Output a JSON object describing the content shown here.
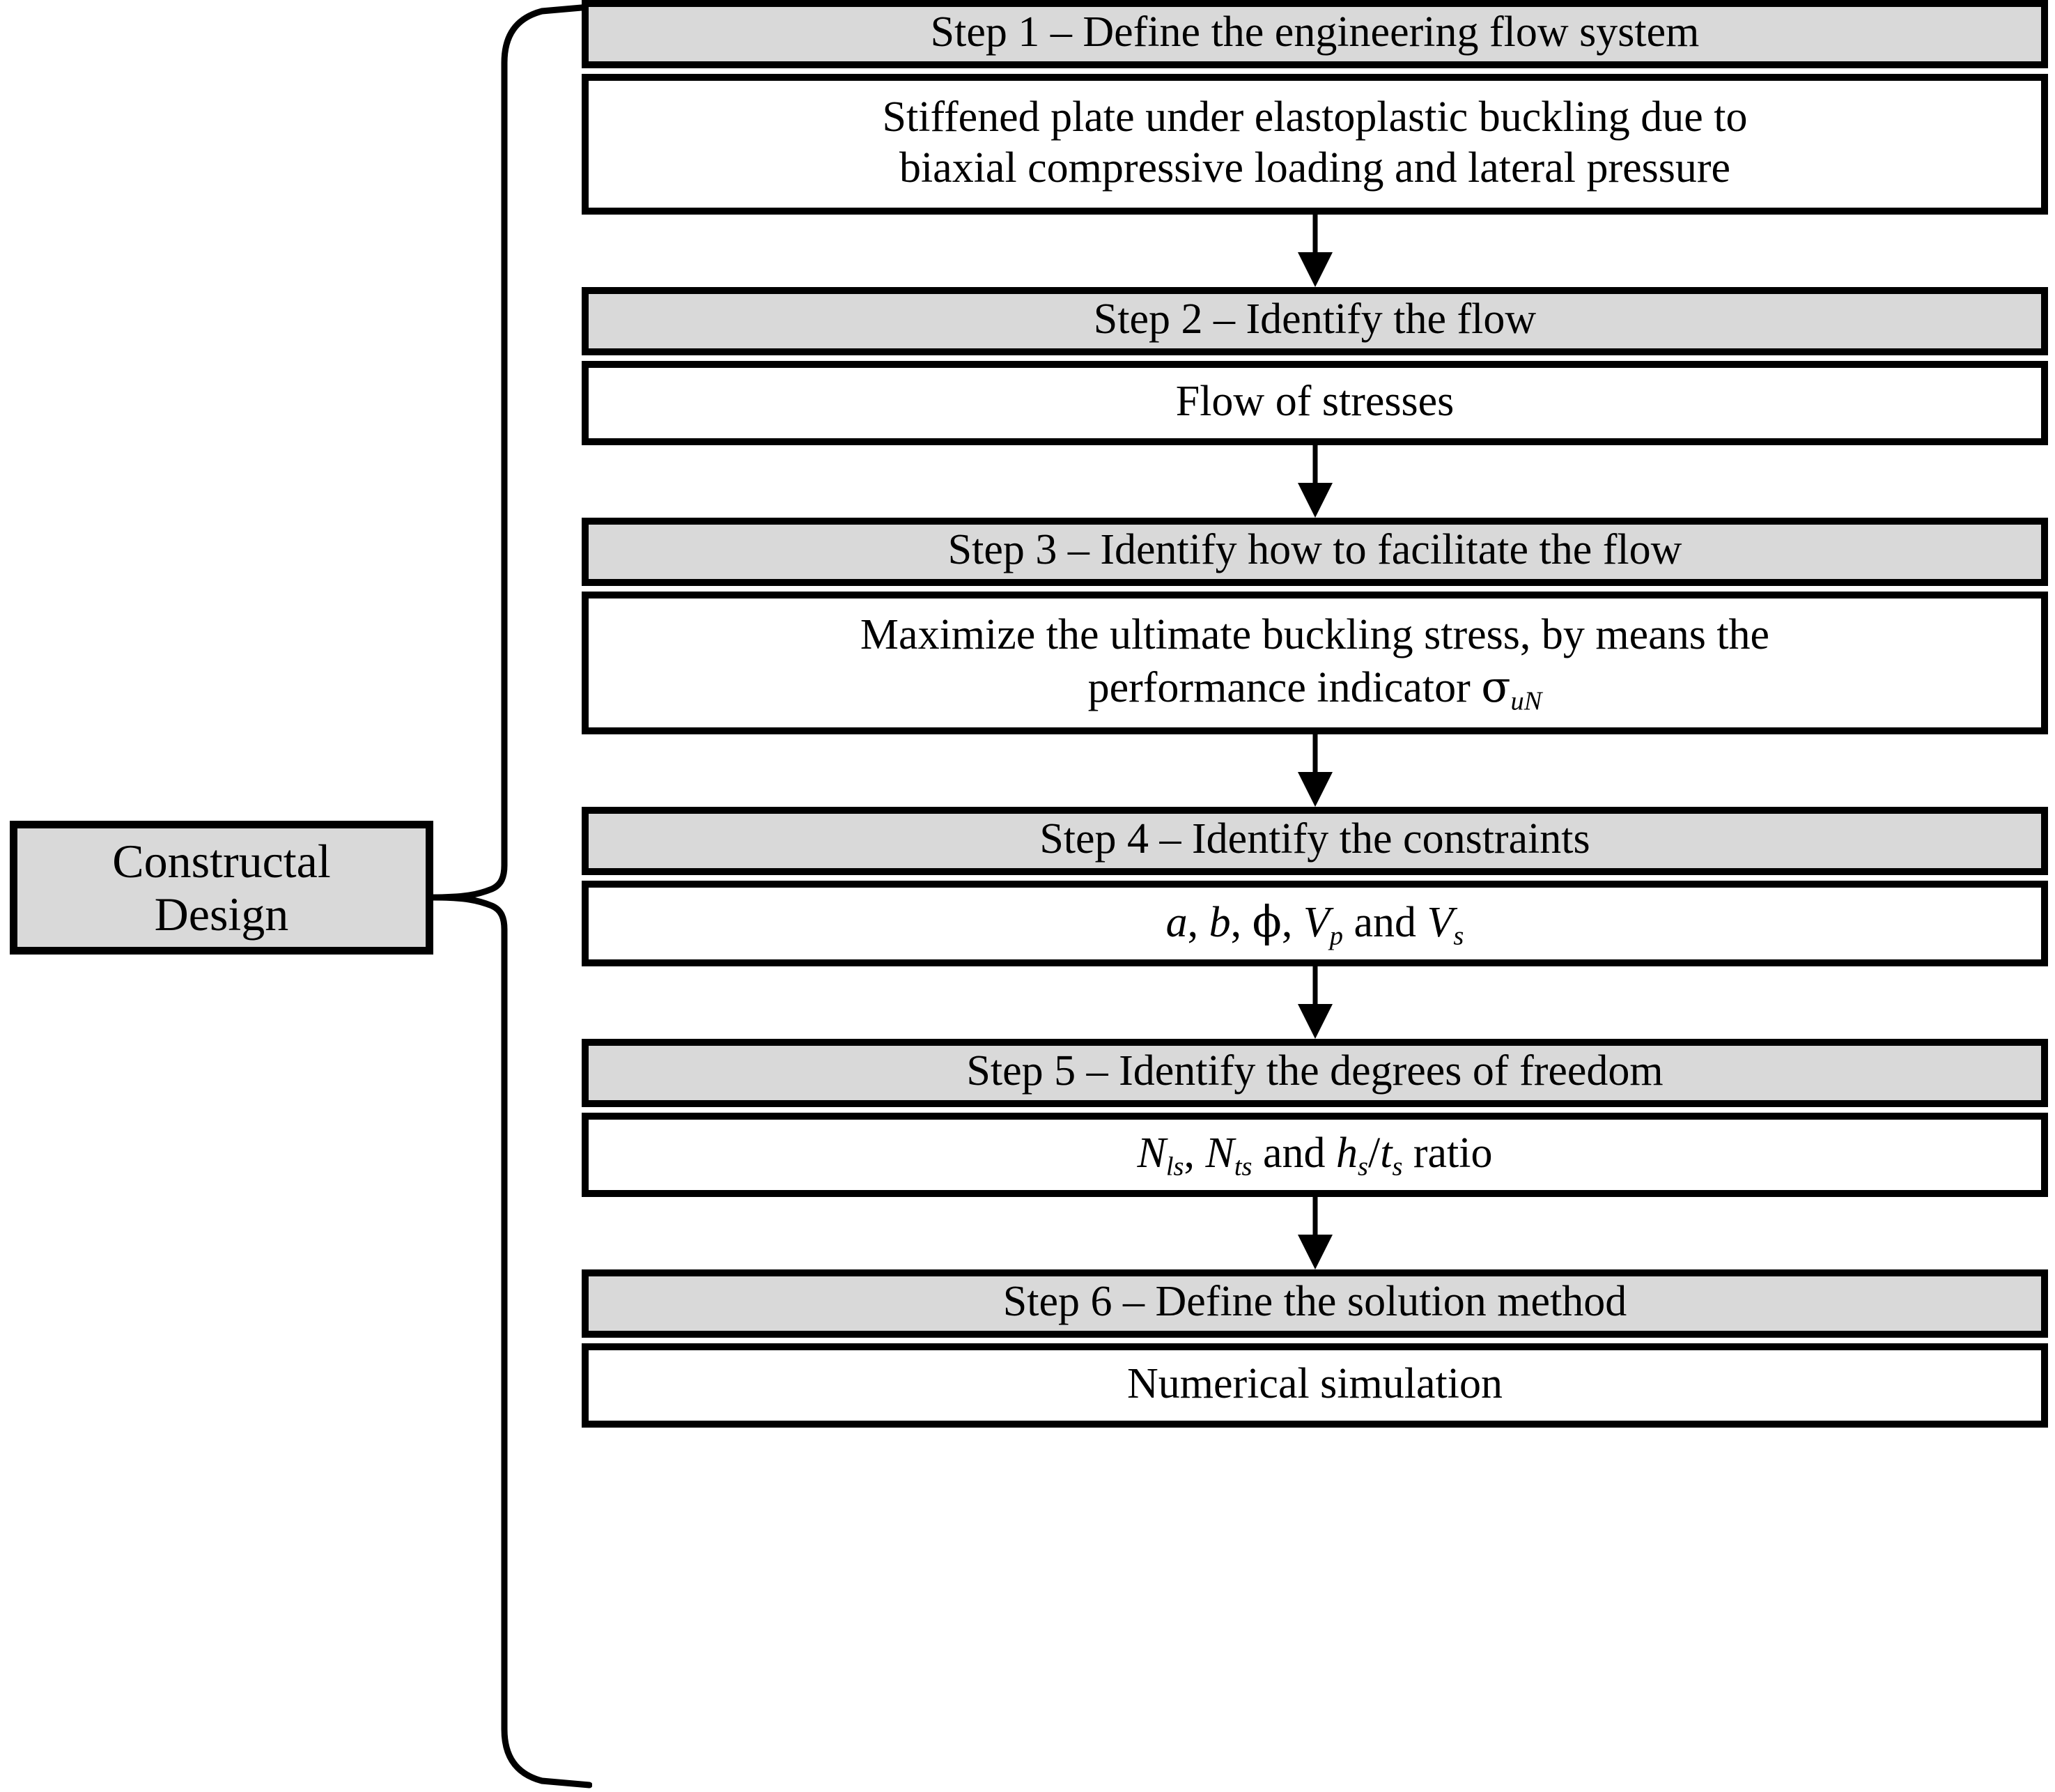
{
  "diagram": {
    "title_box": {
      "label_line1": "Constructal",
      "label_line2": "Design",
      "fill_color": "#d9d9d9",
      "border_color": "#000000"
    },
    "connector": {
      "type": "curly-brace",
      "orientation": "left",
      "color": "#000000"
    },
    "arrow": {
      "type": "down-arrow",
      "color": "#000000",
      "count": 5
    },
    "colors": {
      "header_fill": "#d9d9d9",
      "body_fill": "#ffffff",
      "stroke": "#000000",
      "text": "#000000"
    },
    "steps": [
      {
        "id": "step-1",
        "header": "Step 1 – Define the engineering flow system",
        "body_lines": [
          "Stiffened plate under elastoplastic buckling due to",
          "biaxial compressive loading and lateral pressure"
        ],
        "body_plain": "Stiffened plate under elastoplastic buckling due to biaxial compressive loading and lateral pressure"
      },
      {
        "id": "step-2",
        "header": "Step 2 – Identify the flow",
        "body_lines": [
          "Flow of stresses"
        ],
        "body_plain": "Flow of stresses"
      },
      {
        "id": "step-3",
        "header": "Step 3 – Identify how to facilitate the flow",
        "body_lines": [
          "Maximize the ultimate buckling stress, by means the",
          "performance indicator σuN"
        ],
        "body_plain": "Maximize the ultimate buckling stress, by means the performance indicator σuN",
        "body_math": {
          "line1": "Maximize the ultimate buckling stress, by means the",
          "line2_prefix": "performance indicator ",
          "symbol": "σ",
          "subscript": "uN"
        }
      },
      {
        "id": "step-4",
        "header": "Step 4 – Identify the constraints",
        "body_lines": [
          "a, ϕ, b, Vp and Vs"
        ],
        "body_plain": "a, b, ϕ, Vp and Vs",
        "body_math": {
          "tokens": [
            {
              "var": "a",
              "sub": "",
              "sep": ", "
            },
            {
              "var": "b",
              "sub": "",
              "sep": ", "
            },
            {
              "var": "ϕ",
              "sub": "",
              "sep": ", "
            },
            {
              "var": "V",
              "sub": "p",
              "sep": " and "
            },
            {
              "var": "V",
              "sub": "s",
              "sep": ""
            }
          ]
        }
      },
      {
        "id": "step-5",
        "header": "Step 5 – Identify the degrees of freedom",
        "body_lines": [
          "Nls, Nts and hs/ts ratio"
        ],
        "body_plain": "Nls, Nts and hs/ts ratio",
        "body_math": {
          "tokens": [
            {
              "var": "N",
              "sub": "ls",
              "sep": ", "
            },
            {
              "var": "N",
              "sub": "ts",
              "sep": " and "
            },
            {
              "var": "h",
              "sub": "s",
              "sep": "/"
            },
            {
              "var": "t",
              "sub": "s",
              "sep": " ratio"
            }
          ]
        }
      },
      {
        "id": "step-6",
        "header": "Step 6 – Define the solution method",
        "body_lines": [
          "Numerical simulation"
        ],
        "body_plain": "Numerical simulation"
      }
    ]
  }
}
